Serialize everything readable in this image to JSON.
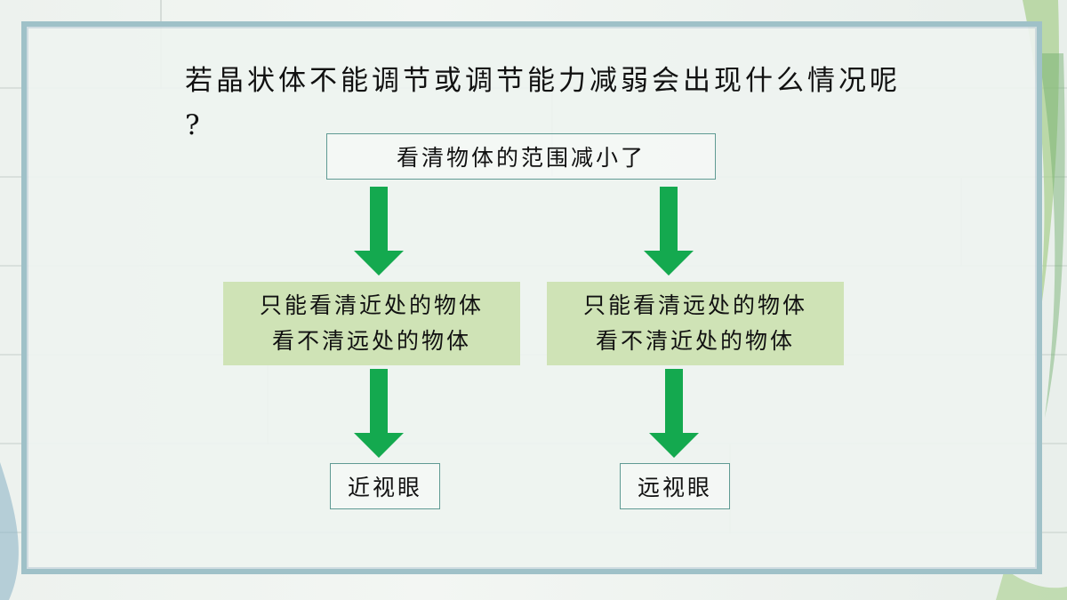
{
  "question": {
    "line1": "若晶状体不能调节或调节能力减弱会出现什么情况呢",
    "line2": "?"
  },
  "diagram": {
    "top_box": "看清物体的范围减小了",
    "left_branch": {
      "line1": "只能看清近处的物体",
      "line2": "看不清远处的物体",
      "result": "近视眼"
    },
    "right_branch": {
      "line1": "只能看清远处的物体",
      "line2": "看不清近处的物体",
      "result": "远视眼"
    }
  },
  "colors": {
    "arrow": "#14a94f",
    "mid_box_fill": "#cfe3b6",
    "box_border": "#5f9a93",
    "frame": "#9fc1c8"
  }
}
